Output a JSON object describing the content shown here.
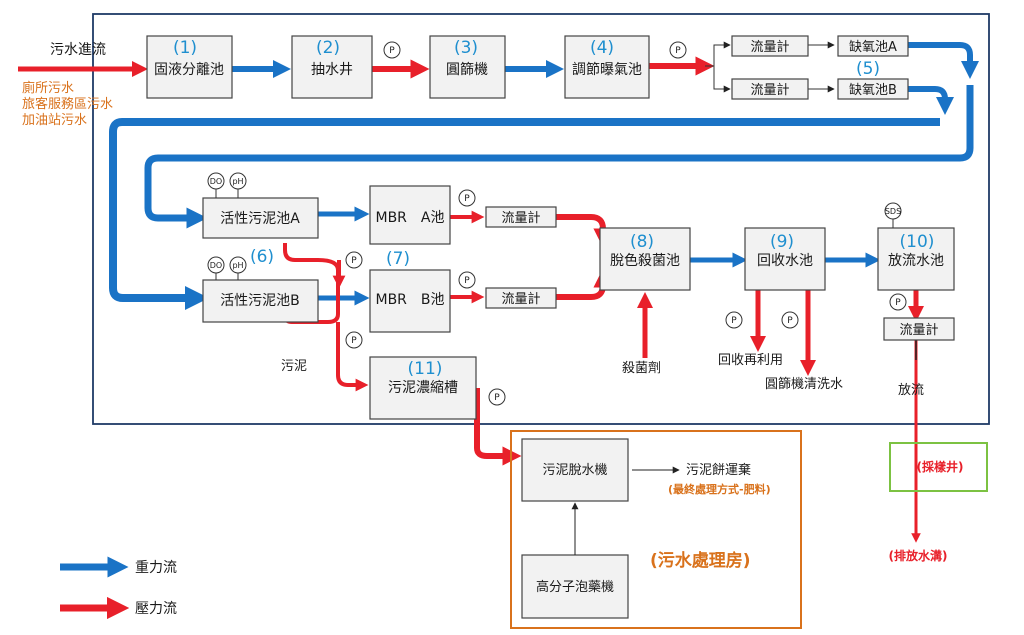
{
  "sources": {
    "inflow_label": "污水進流",
    "items": [
      "廁所污水",
      "旅客服務區污水",
      "加油站污水"
    ]
  },
  "units": [
    {
      "key": "u1",
      "num": "(1)",
      "label": "固液分離池"
    },
    {
      "key": "u2",
      "num": "(2)",
      "label": "抽水井"
    },
    {
      "key": "u3",
      "num": "(3)",
      "label": "圓篩機"
    },
    {
      "key": "u4",
      "num": "(4)",
      "label": "調節曝氣池"
    },
    {
      "key": "u5",
      "num": "(5)",
      "label_a": "缺氧池A",
      "label_b": "缺氧池B"
    },
    {
      "key": "u6",
      "num": "(6)",
      "label_a": "活性污泥池A",
      "label_b": "活性污泥池B"
    },
    {
      "key": "u7",
      "num": "(7)",
      "label_a": "MBR　A池",
      "label_b": "MBR　B池"
    },
    {
      "key": "u8",
      "num": "(8)",
      "label": "脫色殺菌池"
    },
    {
      "key": "u9",
      "num": "(9)",
      "label": "回收水池"
    },
    {
      "key": "u10",
      "num": "(10)",
      "label": "放流水池"
    },
    {
      "key": "u11",
      "num": "(11)",
      "label": "污泥濃縮槽"
    }
  ],
  "flowmeter_label": "流量計",
  "pump_label": "P",
  "sensors": {
    "do": "DO",
    "ph": "pH",
    "sds": "SDS"
  },
  "side_labels": {
    "sludge": "污泥",
    "disinfectant": "殺菌劑",
    "reuse": "回收再利用",
    "screen_wash": "圓篩機清洗水",
    "discharge": "放流"
  },
  "sludge_room": {
    "title": "(污水處理房)",
    "dewater": "污泥脫水機",
    "polymer": "高分子泡藥機",
    "cake": "污泥餅運棄",
    "cake_note": "(最終處理方式-肥料)"
  },
  "sampling_well": "(採樣井)",
  "drain": "(排放水溝)",
  "legend": {
    "gravity": "重力流",
    "pressure": "壓力流"
  },
  "colors": {
    "gravity": "#1a73c6",
    "pressure": "#e8202a",
    "number": "#1f8fcf",
    "note": "#d9721c",
    "room_border": "#d9721c",
    "sampling_border": "#7cc242"
  }
}
